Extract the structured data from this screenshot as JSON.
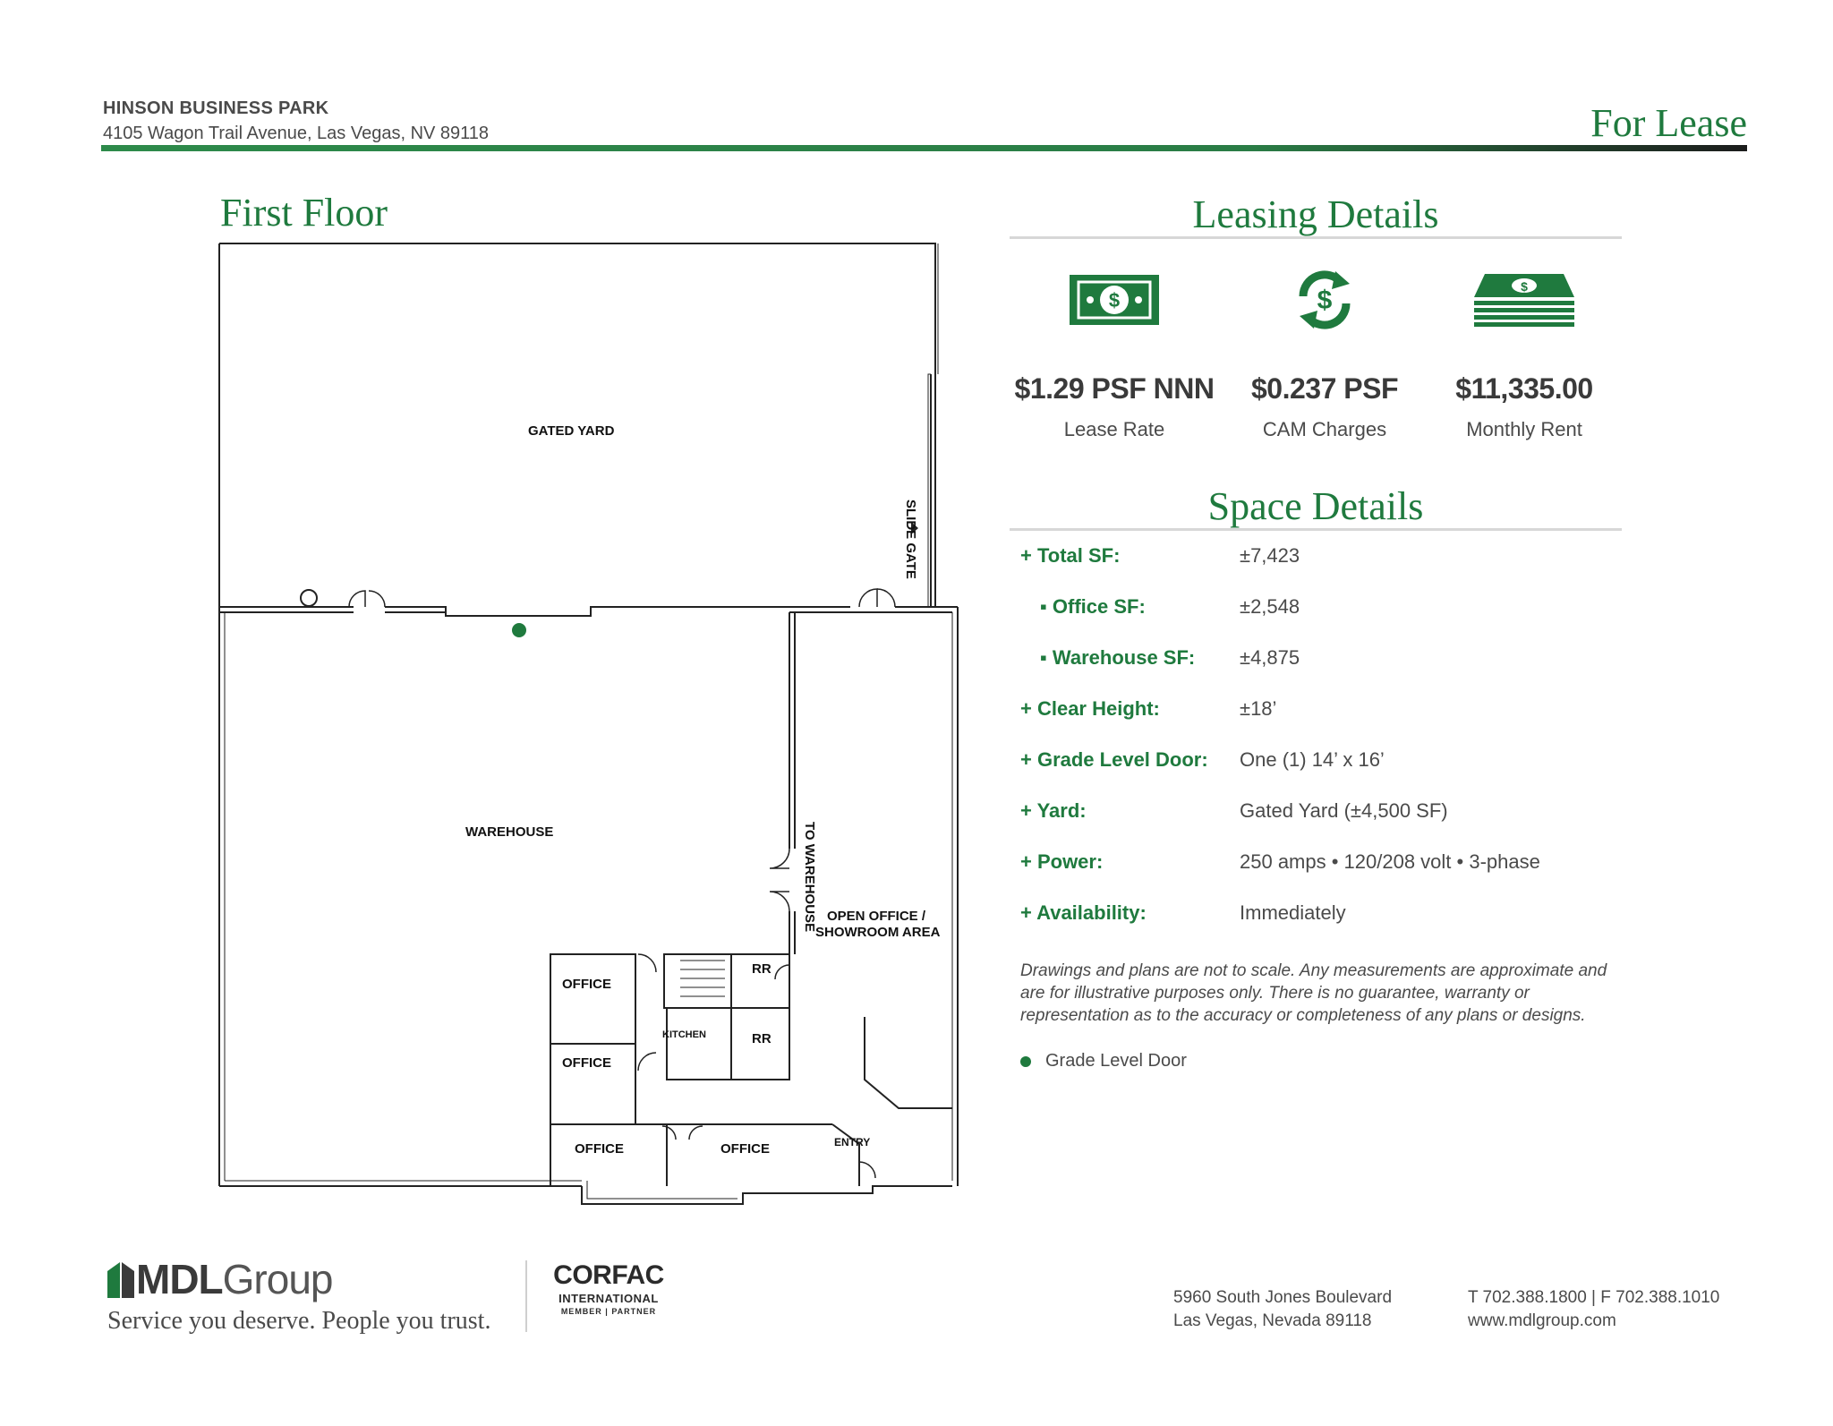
{
  "header": {
    "property_name": "HINSON BUSINESS PARK",
    "address": "4105 Wagon Trail Avenue, Las Vegas, NV 89118",
    "tag": "For Lease"
  },
  "floor_plan": {
    "title": "First Floor",
    "labels": {
      "gated_yard": "GATED YARD",
      "slide_gate": "SLIDE GATE",
      "warehouse": "WAREHOUSE",
      "to_warehouse": "TO WAREHOUSE",
      "open_office_1": "OPEN OFFICE /",
      "open_office_2": "SHOWROOM AREA",
      "office": "OFFICE",
      "rr": "RR",
      "kitchen": "KITCHEN",
      "entry": "ENTRY"
    }
  },
  "leasing": {
    "title": "Leasing Details",
    "items": [
      {
        "value": "$1.29 PSF NNN",
        "label": "Lease Rate",
        "icon": "dollar-bill-icon"
      },
      {
        "value": "$0.237 PSF",
        "label": "CAM Charges",
        "icon": "dollar-cycle-icon"
      },
      {
        "value": "$11,335.00",
        "label": "Monthly Rent",
        "icon": "money-stack-icon"
      }
    ]
  },
  "space": {
    "title": "Space Details",
    "rows": [
      {
        "label": "+ Total SF:",
        "value": "±7,423",
        "sub": false
      },
      {
        "label": "▪ Office SF:",
        "value": "±2,548",
        "sub": true
      },
      {
        "label": "▪ Warehouse SF:",
        "value": "±4,875",
        "sub": true
      },
      {
        "label": "+ Clear Height:",
        "value": "±18’",
        "sub": false
      },
      {
        "label": "+ Grade Level Door:",
        "value": "One (1) 14’ x 16’",
        "sub": false
      },
      {
        "label": "+ Yard:",
        "value": "Gated Yard (±4,500 SF)",
        "sub": false
      },
      {
        "label": "+ Power:",
        "value": "250 amps • 120/208 volt • 3-phase",
        "sub": false
      },
      {
        "label": "+ Availability:",
        "value": "Immediately",
        "sub": false
      }
    ],
    "disclaimer": "Drawings and plans are not to scale. Any measurements are approximate and are for illustrative purposes only. There is no guarantee, warranty or representation as to the accuracy or completeness of any plans or designs.",
    "legend": "Grade Level Door"
  },
  "footer": {
    "brand_bold": "MDL",
    "brand_light": "Group",
    "tagline": "Service you deserve.  People you trust.",
    "partner_name": "CORFAC",
    "partner_sub": "INTERNATIONAL",
    "partner_member": "MEMBER | PARTNER",
    "address_line1": "5960 South Jones Boulevard",
    "address_line2": "Las Vegas, Nevada 89118",
    "phone": "T 702.388.1800 | F 702.388.1010",
    "website": "www.mdlgroup.com"
  },
  "colors": {
    "brand_green": "#1f7a3e",
    "text_gray": "#4a4a4a"
  }
}
